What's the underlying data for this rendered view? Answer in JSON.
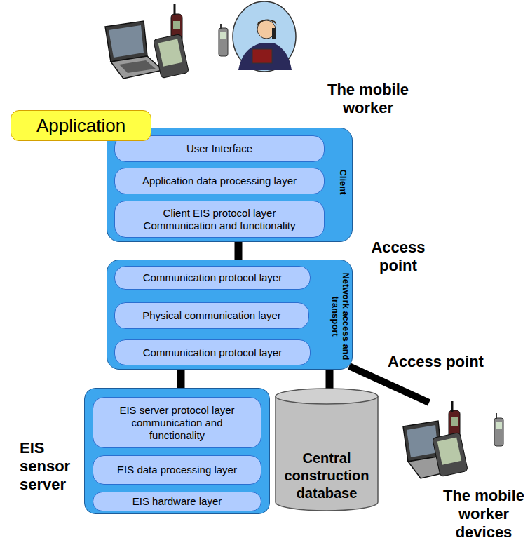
{
  "diagram": {
    "nodes": [
      {
        "text": [
          "Application"
        ]
      },
      {
        "text": [
          "Client"
        ]
      },
      {
        "text": [
          "User Interface"
        ],
        "in": 1
      },
      {
        "text": [
          "Application data processing layer"
        ],
        "in": 1
      },
      {
        "text": [
          "Client EIS protocol layer Communication and functionality"
        ],
        "in": 1
      },
      {
        "text": [
          "Network access and transport"
        ]
      },
      {
        "text": [
          "Communication protocol layer"
        ],
        "in": 5
      },
      {
        "text": [
          "Physical communication layer"
        ],
        "in": 5
      },
      {
        "text": [
          "Communication protocol layer"
        ],
        "in": 5
      },
      {
        "text": [
          "EIS sensor server"
        ]
      },
      {
        "text": [
          "EIS server protocol layer communication and functionality"
        ],
        "in": 9
      },
      {
        "text": [
          "EIS data processing layer"
        ],
        "in": 9
      },
      {
        "text": [
          "EIS hardware layer"
        ],
        "in": 9
      },
      {
        "text": [
          "Central construction database"
        ]
      }
    ],
    "edges": [
      {
        "from": 1,
        "to": 5,
        "arrow": "none"
      },
      {
        "from": 5,
        "to": 9,
        "arrow": "none"
      },
      {
        "from": 5,
        "to": 13,
        "arrow": "none"
      }
    ],
    "labels": [
      "The mobile worker",
      "Access point",
      "Access point",
      "The mobile worker devices"
    ]
  }
}
